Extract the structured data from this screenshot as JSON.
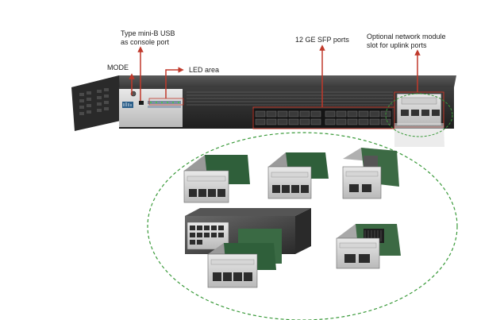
{
  "labels": {
    "usb_line1": "Type mini-B USB",
    "usb_line2": "as console port",
    "mode": "MODE",
    "led_area": "LED area",
    "sfp_ports": "12 GE SFP ports",
    "module_line1": "Optional network module",
    "module_line2": "slot for uplink ports"
  },
  "colors": {
    "callout": "#c0392b",
    "dashed_ellipse": "#3a9a3a",
    "chassis": "#2b2b2b"
  },
  "icons": [
    "arrow-up-icon",
    "arrow-right-icon",
    "cisco-logo-icon"
  ]
}
